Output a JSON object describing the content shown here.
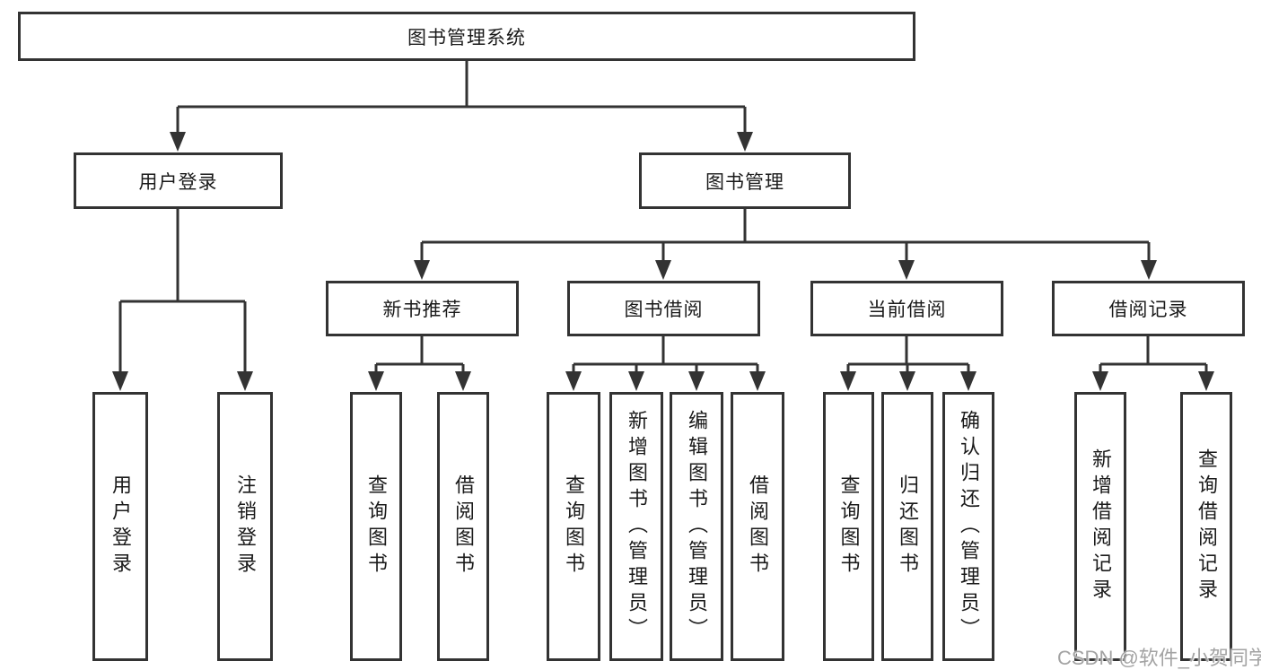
{
  "tree": {
    "root": "图书管理系统",
    "user": {
      "label": "用户登录",
      "children": [
        "用户登录",
        "注销登录"
      ]
    },
    "mgmt": {
      "label": "图书管理",
      "sections": [
        {
          "label": "新书推荐",
          "children": [
            "查询图书",
            "借阅图书"
          ]
        },
        {
          "label": "图书借阅",
          "children": [
            "查询图书",
            "新增图书（管理员）",
            "编辑图书（管理员）",
            "借阅图书"
          ]
        },
        {
          "label": "当前借阅",
          "children": [
            "查询图书",
            "归还图书",
            "确认归还（管理员）"
          ]
        },
        {
          "label": "借阅记录",
          "children": [
            "新增借阅记录",
            "查询借阅记录"
          ]
        }
      ]
    }
  },
  "watermark": "CSDN @软件_小贺同学",
  "colors": {
    "line": "#333333",
    "text": "#1a1a1a",
    "background": "#ffffff",
    "watermark": "#a3a3a3"
  }
}
